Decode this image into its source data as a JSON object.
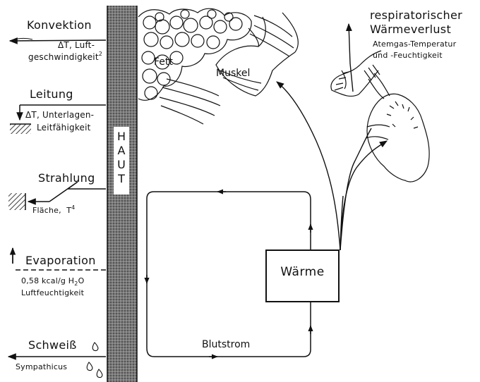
{
  "left_column": {
    "konvektion": {
      "title": "Konvektion",
      "line1": "ΔT, Luft-",
      "line2": "geschwindigkeit",
      "exp": "2"
    },
    "leitung": {
      "title": "Leitung",
      "line1": "ΔT, Unterlagen-",
      "line2": "Leitfähigkeit"
    },
    "strahlung": {
      "title": "Strahlung",
      "line1": "Fläche,",
      "line1b": "T",
      "exp": "4"
    },
    "evaporation": {
      "title": "Evaporation",
      "line1a": "0,58 kcal/g H",
      "line1sub": "2",
      "line1b": "O",
      "line2": "Luftfeuchtigkeit"
    },
    "schweiss": {
      "title": "Schweiß",
      "line1": "Sympathicus"
    }
  },
  "skin": {
    "letters": [
      "H",
      "A",
      "U",
      "T"
    ]
  },
  "tissue": {
    "fett": "Fett",
    "muskel": "Muskel"
  },
  "respiratory": {
    "title1": "respiratorischer",
    "title2": "Wärmeverlust",
    "sub1": "Atemgas-Temperatur",
    "sub2": "und  -Feuchtigkeit"
  },
  "center": {
    "waerme": "Wärme",
    "blutstrom": "Blutstrom"
  }
}
